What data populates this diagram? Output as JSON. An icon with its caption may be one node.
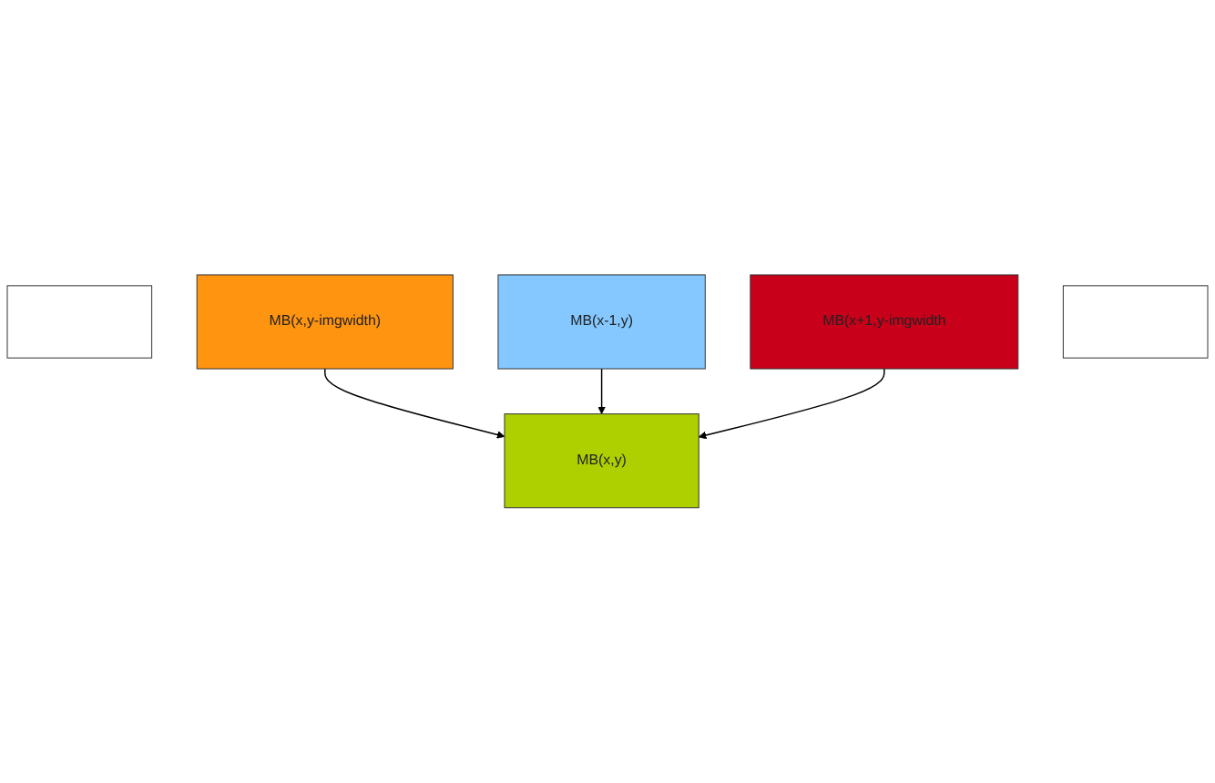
{
  "diagram": {
    "nodes": [
      {
        "text": [],
        "shape": "box"
      },
      {
        "text": [
          "MB(x,y-imgwidth)"
        ]
      },
      {
        "text": [
          "MB(x+1,y-imgwidth"
        ]
      },
      {
        "text": [
          "MB(x-1,y)"
        ]
      },
      {
        "text": [
          "MB(x,y)"
        ]
      },
      {
        "text": [],
        "shape": "box"
      }
    ],
    "edges": [
      {
        "from": 1,
        "to": 4,
        "arrow": "to"
      },
      {
        "from": 3,
        "to": 4,
        "arrow": "to"
      },
      {
        "from": 2,
        "to": 4,
        "arrow": "to"
      }
    ]
  }
}
